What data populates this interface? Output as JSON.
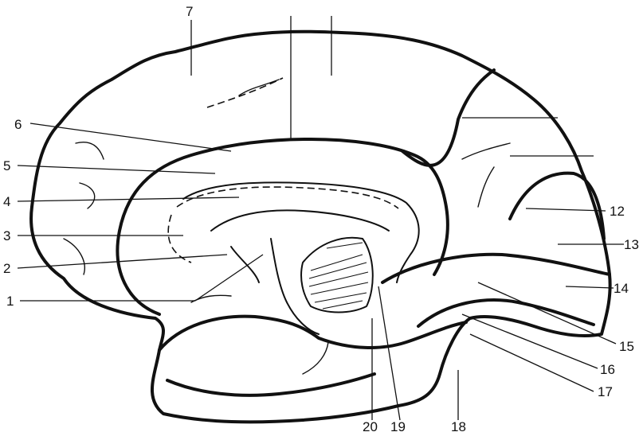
{
  "labels": {
    "l1": "1",
    "l2": "2",
    "l3": "3",
    "l4": "4",
    "l5": "5",
    "l6": "6",
    "l7": "7",
    "l12": "12",
    "l13": "13",
    "l14": "14",
    "l15": "15",
    "l16": "16",
    "l17": "17",
    "l18": "18",
    "l19": "19",
    "l20": "20"
  }
}
